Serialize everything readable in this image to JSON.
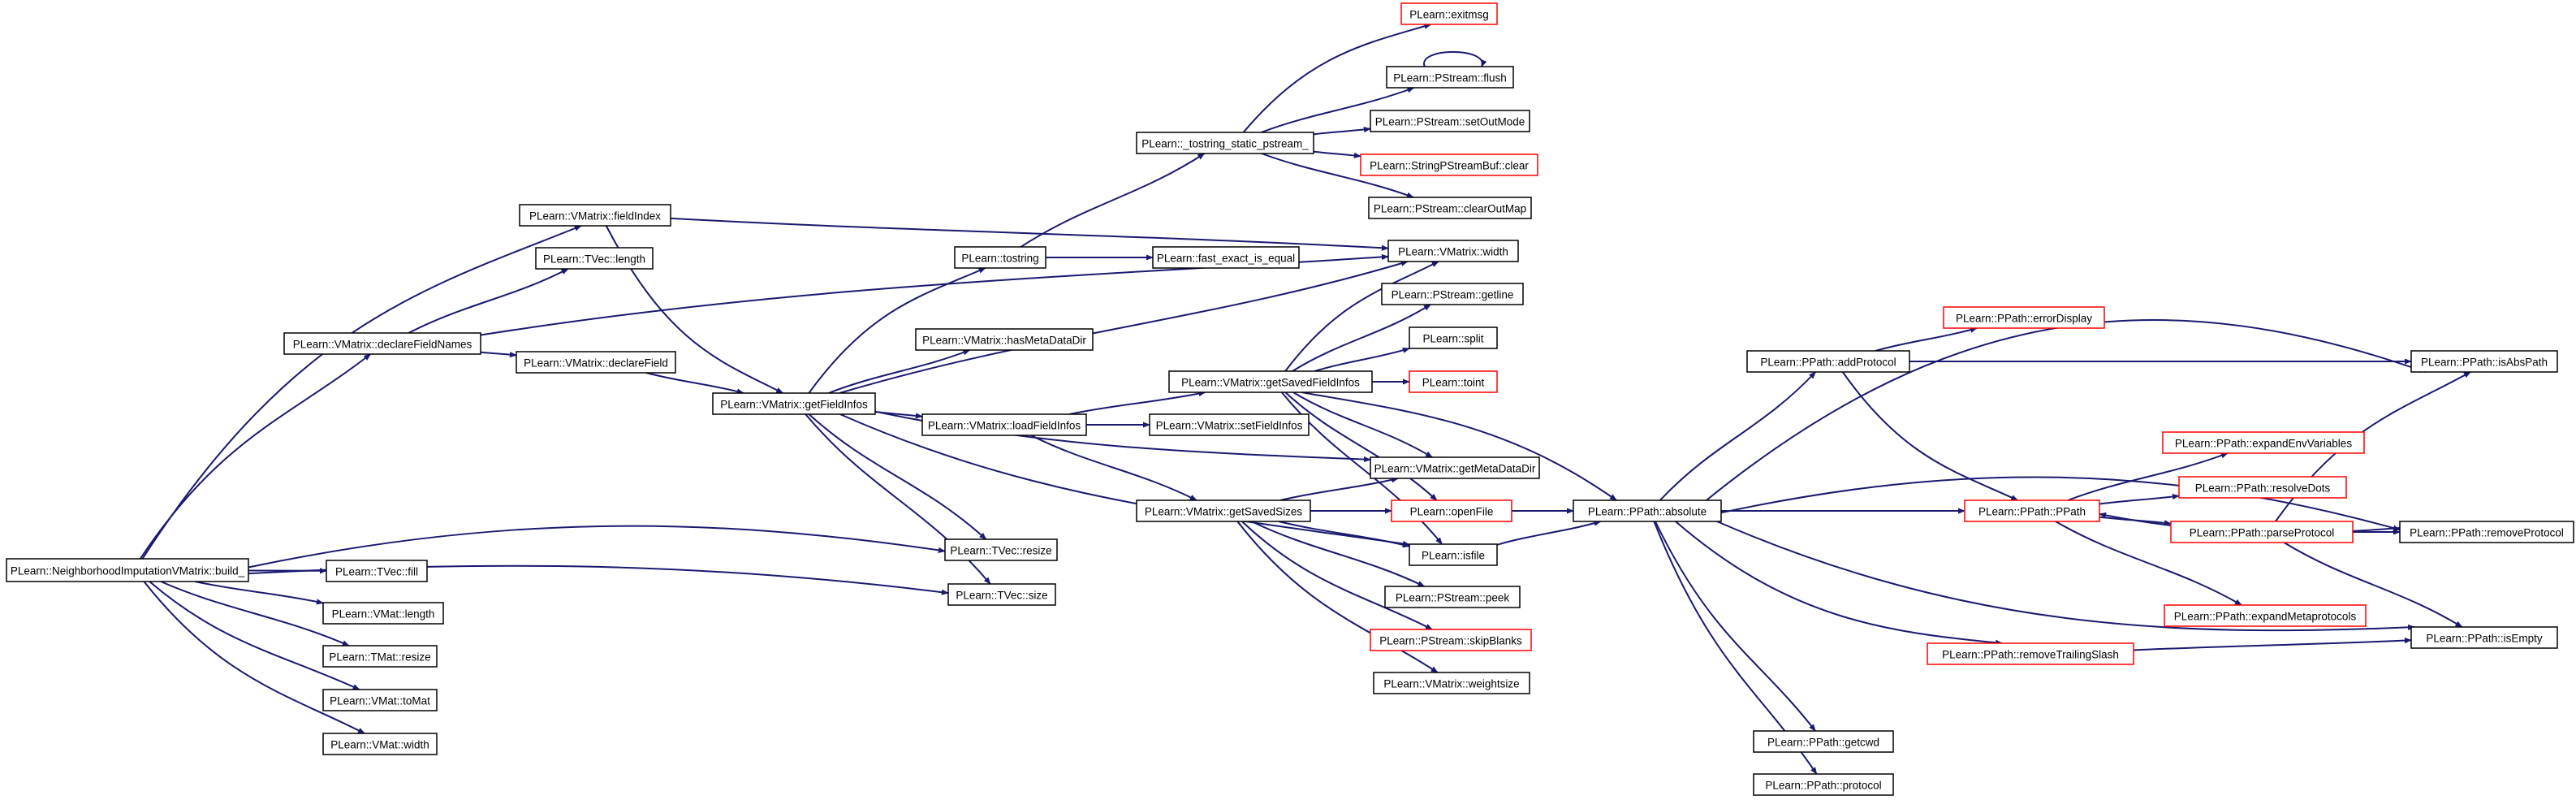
{
  "diagram": {
    "type": "call-graph",
    "colors": {
      "edge": "#191970",
      "node_border": "#000000",
      "node_border_truncated": "#ff0000",
      "root_fill": "#bfbfbf",
      "node_fill": "#ffffff"
    },
    "nodes": [
      {
        "id": "root",
        "label": "PLearn::NeighborhoodImputationVMatrix::build_",
        "style": "root"
      },
      {
        "id": "fieldIndex",
        "label": "PLearn::VMatrix::fieldIndex",
        "style": "normal"
      },
      {
        "id": "tveclength",
        "label": "PLearn::TVec::length",
        "style": "normal"
      },
      {
        "id": "declareFieldNames",
        "label": "PLearn::VMatrix::declareFieldNames",
        "style": "normal"
      },
      {
        "id": "declareField",
        "label": "PLearn::VMatrix::declareField",
        "style": "normal"
      },
      {
        "id": "getFieldInfos",
        "label": "PLearn::VMatrix::getFieldInfos",
        "style": "normal"
      },
      {
        "id": "tostring",
        "label": "PLearn::tostring",
        "style": "normal"
      },
      {
        "id": "tostring_static",
        "label": "PLearn::_tostring_static_pstream_",
        "style": "normal"
      },
      {
        "id": "exitmsg",
        "label": "PLearn::exitmsg",
        "style": "truncated"
      },
      {
        "id": "flush",
        "label": "PLearn::PStream::flush",
        "style": "normal"
      },
      {
        "id": "setOutMode",
        "label": "PLearn::PStream::setOutMode",
        "style": "normal"
      },
      {
        "id": "spsbclear",
        "label": "PLearn::StringPStreamBuf::clear",
        "style": "truncated"
      },
      {
        "id": "clearOutMap",
        "label": "PLearn::PStream::clearOutMap",
        "style": "normal"
      },
      {
        "id": "fastexact",
        "label": "PLearn::fast_exact_is_equal",
        "style": "normal"
      },
      {
        "id": "width",
        "label": "PLearn::VMatrix::width",
        "style": "normal"
      },
      {
        "id": "getline",
        "label": "PLearn::PStream::getline",
        "style": "normal"
      },
      {
        "id": "hasMetaDataDir",
        "label": "PLearn::VMatrix::hasMetaDataDir",
        "style": "normal"
      },
      {
        "id": "split",
        "label": "PLearn::split",
        "style": "normal"
      },
      {
        "id": "getSavedFieldInfos",
        "label": "PLearn::VMatrix::getSavedFieldInfos",
        "style": "normal"
      },
      {
        "id": "toint",
        "label": "PLearn::toint",
        "style": "truncated"
      },
      {
        "id": "loadFieldInfos",
        "label": "PLearn::VMatrix::loadFieldInfos",
        "style": "normal"
      },
      {
        "id": "setFieldInfos",
        "label": "PLearn::VMatrix::setFieldInfos",
        "style": "normal"
      },
      {
        "id": "getMetaDataDir",
        "label": "PLearn::VMatrix::getMetaDataDir",
        "style": "normal"
      },
      {
        "id": "getSavedSizes",
        "label": "PLearn::VMatrix::getSavedSizes",
        "style": "normal"
      },
      {
        "id": "openFile",
        "label": "PLearn::openFile",
        "style": "truncated"
      },
      {
        "id": "isfile",
        "label": "PLearn::isfile",
        "style": "normal"
      },
      {
        "id": "peek",
        "label": "PLearn::PStream::peek",
        "style": "normal"
      },
      {
        "id": "skipBlanks",
        "label": "PLearn::PStream::skipBlanks",
        "style": "truncated"
      },
      {
        "id": "weightsize",
        "label": "PLearn::VMatrix::weightsize",
        "style": "normal"
      },
      {
        "id": "tvecresize",
        "label": "PLearn::TVec::resize",
        "style": "normal"
      },
      {
        "id": "tvecsize",
        "label": "PLearn::TVec::size",
        "style": "normal"
      },
      {
        "id": "tvecfill",
        "label": "PLearn::TVec::fill",
        "style": "normal"
      },
      {
        "id": "vmatlength",
        "label": "PLearn::VMat::length",
        "style": "normal"
      },
      {
        "id": "tmatresize",
        "label": "PLearn::TMat::resize",
        "style": "normal"
      },
      {
        "id": "vmattomat",
        "label": "PLearn::VMat::toMat",
        "style": "normal"
      },
      {
        "id": "vmatwidth",
        "label": "PLearn::VMat::width",
        "style": "normal"
      },
      {
        "id": "absolute",
        "label": "PLearn::PPath::absolute",
        "style": "normal"
      },
      {
        "id": "addProtocol",
        "label": "PLearn::PPath::addProtocol",
        "style": "normal"
      },
      {
        "id": "errorDisplay",
        "label": "PLearn::PPath::errorDisplay",
        "style": "truncated"
      },
      {
        "id": "ppath",
        "label": "PLearn::PPath::PPath",
        "style": "truncated"
      },
      {
        "id": "expandEnvVariables",
        "label": "PLearn::PPath::expandEnvVariables",
        "style": "truncated"
      },
      {
        "id": "resolveDots",
        "label": "PLearn::PPath::resolveDots",
        "style": "truncated"
      },
      {
        "id": "parseProtocol",
        "label": "PLearn::PPath::parseProtocol",
        "style": "truncated"
      },
      {
        "id": "expandMetaprotocols",
        "label": "PLearn::PPath::expandMetaprotocols",
        "style": "truncated"
      },
      {
        "id": "removeTrailingSlash",
        "label": "PLearn::PPath::removeTrailingSlash",
        "style": "truncated"
      },
      {
        "id": "getcwd",
        "label": "PLearn::PPath::getcwd",
        "style": "normal"
      },
      {
        "id": "protocol",
        "label": "PLearn::PPath::protocol",
        "style": "normal"
      },
      {
        "id": "isAbsPath",
        "label": "PLearn::PPath::isAbsPath",
        "style": "normal"
      },
      {
        "id": "removeProtocol",
        "label": "PLearn::PPath::removeProtocol",
        "style": "normal"
      },
      {
        "id": "isEmpty",
        "label": "PLearn::PPath::isEmpty",
        "style": "normal"
      }
    ],
    "edges": [
      [
        "root",
        "fieldIndex"
      ],
      [
        "root",
        "declareFieldNames"
      ],
      [
        "root",
        "tvecresize"
      ],
      [
        "root",
        "tvecsize"
      ],
      [
        "root",
        "tvecfill"
      ],
      [
        "root",
        "vmatlength"
      ],
      [
        "root",
        "tmatresize"
      ],
      [
        "root",
        "vmattomat"
      ],
      [
        "root",
        "vmatwidth"
      ],
      [
        "fieldIndex",
        "getFieldInfos"
      ],
      [
        "fieldIndex",
        "width"
      ],
      [
        "declareFieldNames",
        "tveclength"
      ],
      [
        "declareFieldNames",
        "declareField"
      ],
      [
        "declareFieldNames",
        "width"
      ],
      [
        "declareField",
        "getFieldInfos"
      ],
      [
        "getFieldInfos",
        "tostring"
      ],
      [
        "getFieldInfos",
        "width"
      ],
      [
        "getFieldInfos",
        "hasMetaDataDir"
      ],
      [
        "getFieldInfos",
        "loadFieldInfos"
      ],
      [
        "getFieldInfos",
        "getMetaDataDir"
      ],
      [
        "getFieldInfos",
        "isfile"
      ],
      [
        "getFieldInfos",
        "tvecresize"
      ],
      [
        "getFieldInfos",
        "tvecsize"
      ],
      [
        "tostring",
        "tostring_static"
      ],
      [
        "tostring",
        "fastexact"
      ],
      [
        "tostring_static",
        "exitmsg"
      ],
      [
        "tostring_static",
        "flush"
      ],
      [
        "tostring_static",
        "setOutMode"
      ],
      [
        "tostring_static",
        "spsbclear"
      ],
      [
        "tostring_static",
        "clearOutMap"
      ],
      [
        "flush",
        "flush"
      ],
      [
        "loadFieldInfos",
        "getSavedFieldInfos"
      ],
      [
        "loadFieldInfos",
        "setFieldInfos"
      ],
      [
        "loadFieldInfos",
        "getSavedSizes"
      ],
      [
        "getSavedFieldInfos",
        "width"
      ],
      [
        "getSavedFieldInfos",
        "getline"
      ],
      [
        "getSavedFieldInfos",
        "split"
      ],
      [
        "getSavedFieldInfos",
        "toint"
      ],
      [
        "getSavedFieldInfos",
        "getMetaDataDir"
      ],
      [
        "getSavedFieldInfos",
        "openFile"
      ],
      [
        "getSavedFieldInfos",
        "isfile"
      ],
      [
        "getSavedFieldInfos",
        "absolute"
      ],
      [
        "getSavedSizes",
        "getMetaDataDir"
      ],
      [
        "getSavedSizes",
        "openFile"
      ],
      [
        "getSavedSizes",
        "isfile"
      ],
      [
        "getSavedSizes",
        "peek"
      ],
      [
        "getSavedSizes",
        "skipBlanks"
      ],
      [
        "getSavedSizes",
        "weightsize"
      ],
      [
        "openFile",
        "absolute"
      ],
      [
        "isfile",
        "absolute"
      ],
      [
        "absolute",
        "addProtocol"
      ],
      [
        "absolute",
        "isAbsPath"
      ],
      [
        "absolute",
        "removeProtocol"
      ],
      [
        "absolute",
        "ppath"
      ],
      [
        "absolute",
        "isEmpty"
      ],
      [
        "absolute",
        "removeTrailingSlash"
      ],
      [
        "absolute",
        "getcwd"
      ],
      [
        "absolute",
        "protocol"
      ],
      [
        "addProtocol",
        "errorDisplay"
      ],
      [
        "addProtocol",
        "isAbsPath"
      ],
      [
        "addProtocol",
        "ppath"
      ],
      [
        "ppath",
        "expandEnvVariables"
      ],
      [
        "ppath",
        "resolveDots"
      ],
      [
        "ppath",
        "parseProtocol"
      ],
      [
        "ppath",
        "expandMetaprotocols"
      ],
      [
        "parseProtocol",
        "removeProtocol"
      ],
      [
        "parseProtocol",
        "isAbsPath"
      ],
      [
        "parseProtocol",
        "isEmpty"
      ],
      [
        "removeTrailingSlash",
        "isEmpty"
      ],
      [
        "removeProtocol",
        "ppath"
      ]
    ]
  }
}
